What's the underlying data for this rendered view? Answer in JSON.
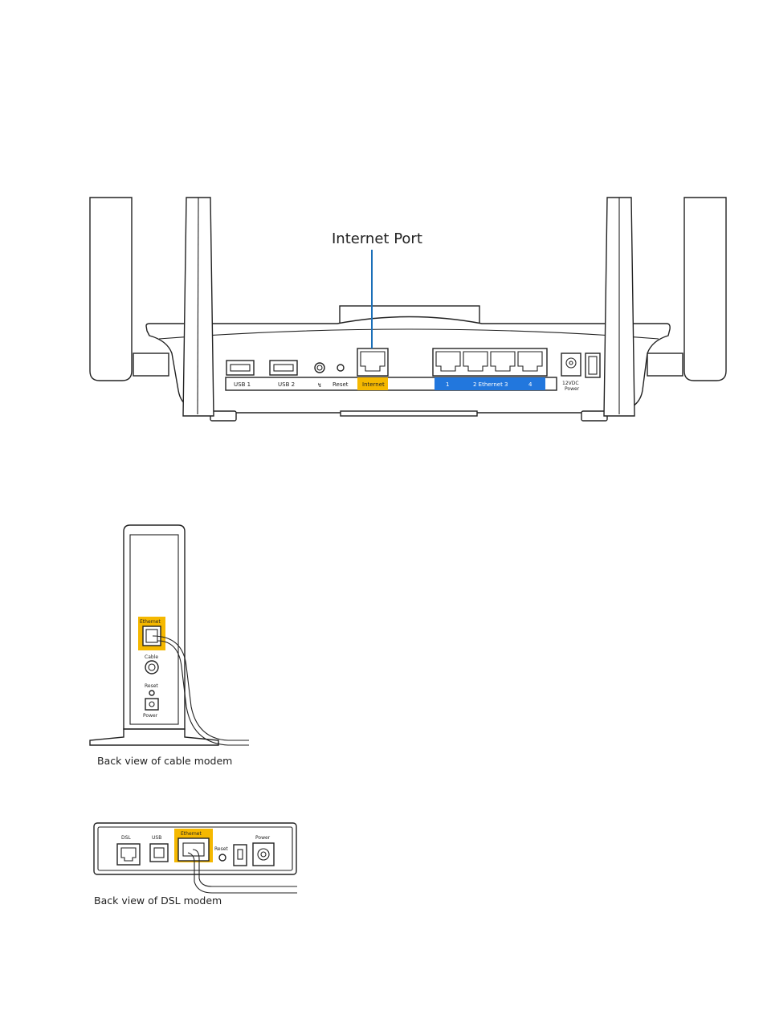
{
  "colors": {
    "line": "#222222",
    "internet_highlight": "#f5b800",
    "ethernet_block": "#2277dd",
    "callout": "#1a6fb8",
    "modem_highlight": "#f5b800"
  },
  "router": {
    "callout_label": "Internet Port",
    "ports": {
      "usb1": "USB 1",
      "usb2": "USB 2",
      "wps": "↯",
      "reset": "Reset",
      "internet": "Internet",
      "eth1": "1",
      "eth_middle": "2  Ethernet  3",
      "eth4": "4",
      "power_v": "12VDC",
      "power": "Power"
    }
  },
  "cable_modem": {
    "ethernet": "Ethernet",
    "cable": "Cable",
    "reset": "Reset",
    "power": "Power",
    "caption": "Back view of cable modem"
  },
  "dsl_modem": {
    "dsl": "DSL",
    "usb": "USB",
    "ethernet": "Ethernet",
    "reset": "Reset",
    "power": "Power",
    "caption": "Back view of DSL modem"
  }
}
